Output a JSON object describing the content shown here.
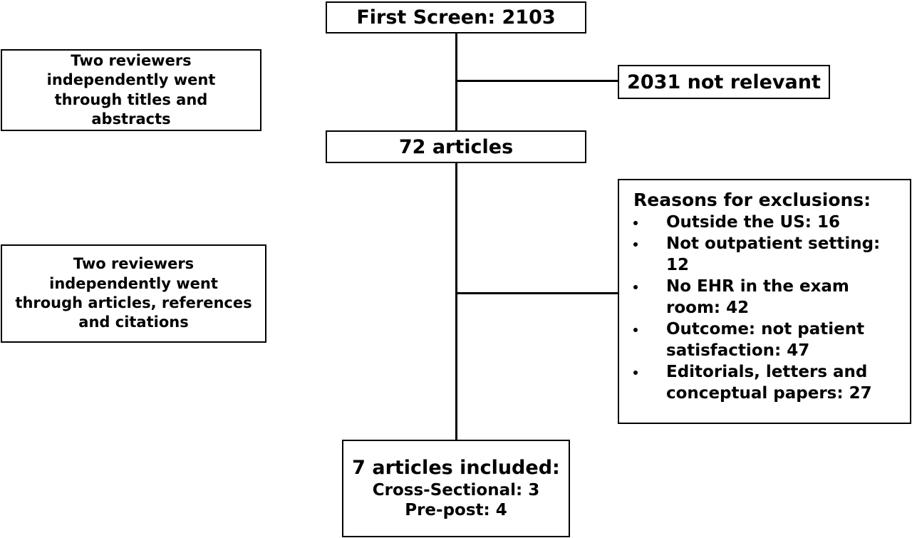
{
  "flow": {
    "first_screen": "First Screen: 2103",
    "not_relevant": "2031 not relevant",
    "after_screen": "72 articles",
    "exclusions": {
      "title": "Reasons for exclusions:",
      "items": [
        {
          "label": "Outside the US: 16"
        },
        {
          "label": "Not outpatient setting: 12"
        },
        {
          "label": "No EHR in the exam room: 42"
        },
        {
          "label": "Outcome: not patient satisfaction: 47"
        },
        {
          "label": "Editorials, letters and conceptual papers: 27"
        }
      ]
    },
    "included": {
      "title": "7 articles included:",
      "lines": [
        "Cross-Sectional: 3",
        "Pre-post: 4"
      ]
    }
  },
  "notes": {
    "title_abstract_review": "Two reviewers independently went through titles and abstracts",
    "full_text_review": "Two reviewers independently went through articles, references and citations"
  },
  "colors": {
    "line": "#000000",
    "box_border": "#000000",
    "background": "#ffffff"
  }
}
